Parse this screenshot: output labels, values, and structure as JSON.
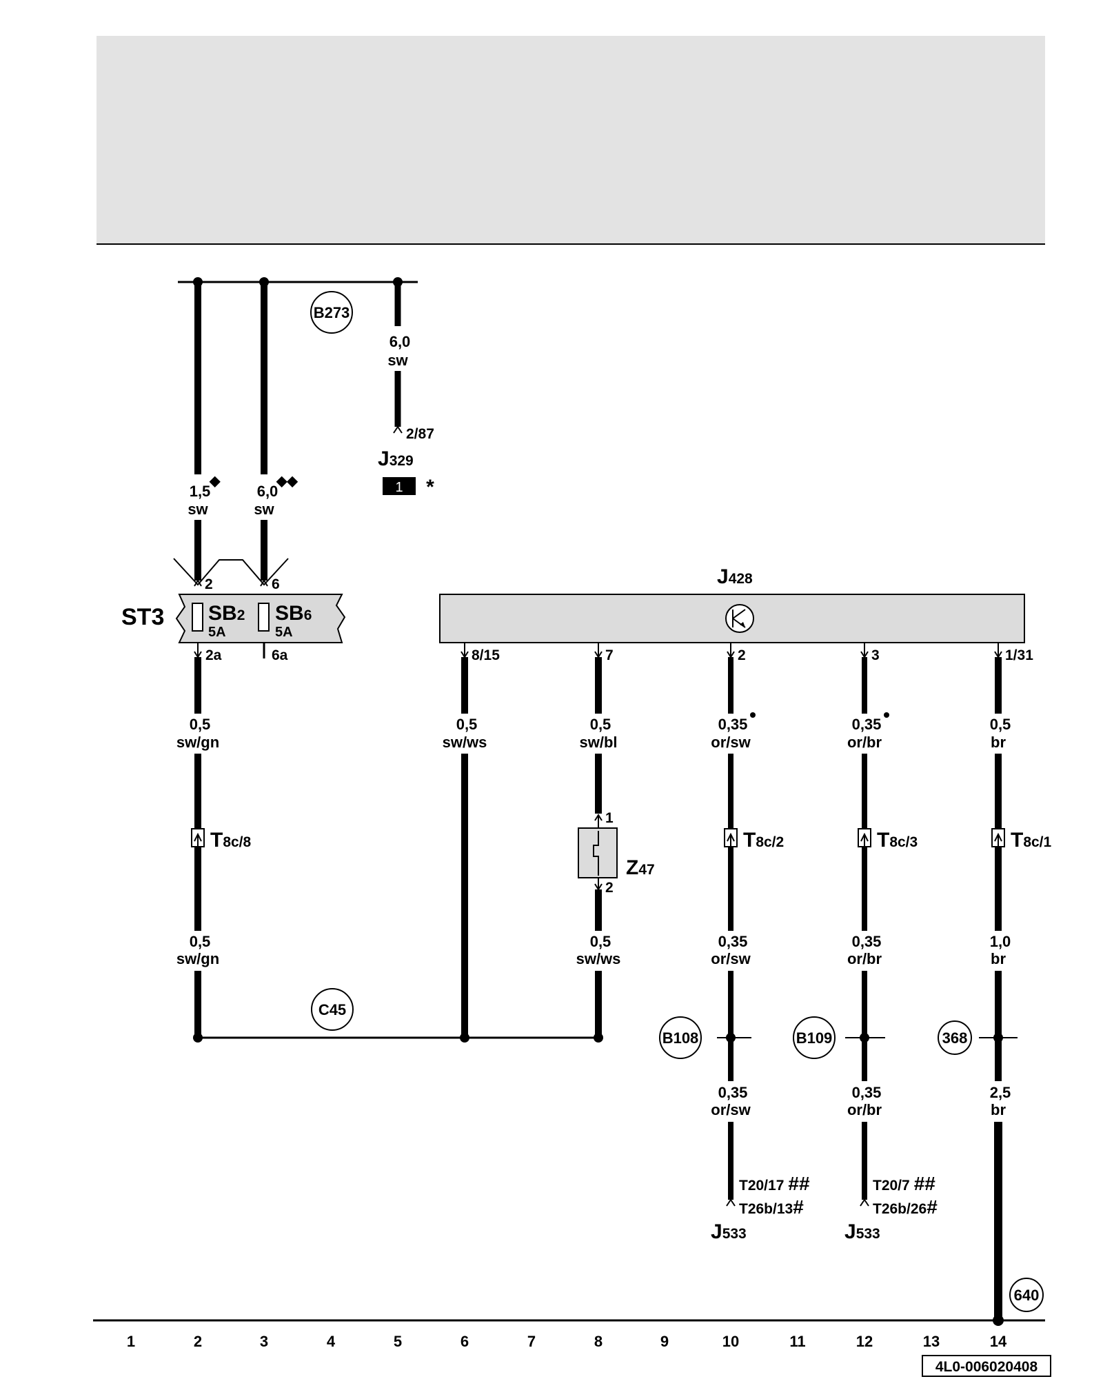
{
  "column_numbers": [
    "1",
    "2",
    "3",
    "4",
    "5",
    "6",
    "7",
    "8",
    "9",
    "10",
    "11",
    "12",
    "13",
    "14"
  ],
  "document_code": "4L0-006020408",
  "connection_points": {
    "b273": "B273",
    "c45": "C45",
    "b108": "B108",
    "b109": "B109",
    "p368": "368",
    "p640": "640"
  },
  "components": {
    "j329": {
      "letter": "J",
      "sub": "329",
      "pin": "2/87",
      "box_number": "1",
      "note_symbol": "*"
    },
    "st3": {
      "label": "ST3"
    },
    "sb2": {
      "letter": "SB",
      "sub": "2",
      "rating": "5A",
      "pin_in": "2",
      "pin_out": "2a"
    },
    "sb6": {
      "letter": "SB",
      "sub": "6",
      "rating": "5A",
      "pin_in": "6",
      "pin_out": "6a"
    },
    "j428": {
      "letter": "J",
      "sub": "428",
      "pins": [
        "8/15",
        "7",
        "2",
        "3",
        "1/31"
      ]
    },
    "z47": {
      "letter": "Z",
      "sub": "47",
      "pin_top": "1",
      "pin_bottom": "2"
    },
    "j533_a": {
      "letter": "J",
      "sub": "533",
      "conn1": "T20/17",
      "mark1": "##",
      "conn2": "T26b/13",
      "mark2": "#"
    },
    "j533_b": {
      "letter": "J",
      "sub": "533",
      "conn1": "T20/7",
      "mark1": "##",
      "conn2": "T26b/26",
      "mark2": "#"
    }
  },
  "connectors": {
    "t8c8": {
      "letter": "T",
      "sub": "8c/8"
    },
    "t8c2": {
      "letter": "T",
      "sub": "8c/2"
    },
    "t8c3": {
      "letter": "T",
      "sub": "8c/3"
    },
    "t8c1": {
      "letter": "T",
      "sub": "8c/1"
    }
  },
  "wires": {
    "w_b273": {
      "size": "6,0",
      "color": "sw"
    },
    "w_c2_top": {
      "size": "1,5",
      "color": "sw",
      "mark": "◆"
    },
    "w_c3_top": {
      "size": "6,0",
      "color": "sw",
      "mark": "◆◆"
    },
    "w_c2_mid": {
      "size": "0,5",
      "color": "sw/gn"
    },
    "w_c2_low": {
      "size": "0,5",
      "color": "sw/gn"
    },
    "w_c6": {
      "size": "0,5",
      "color": "sw/ws"
    },
    "w_c8_top": {
      "size": "0,5",
      "color": "sw/bl"
    },
    "w_c8_low": {
      "size": "0,5",
      "color": "sw/ws"
    },
    "w_c10_top": {
      "size": "0,35",
      "color": "or/sw"
    },
    "w_c10_mid": {
      "size": "0,35",
      "color": "or/sw"
    },
    "w_c10_low": {
      "size": "0,35",
      "color": "or/sw"
    },
    "w_c12_top": {
      "size": "0,35",
      "color": "or/br"
    },
    "w_c12_mid": {
      "size": "0,35",
      "color": "or/br"
    },
    "w_c12_low": {
      "size": "0,35",
      "color": "or/br"
    },
    "w_c14_top": {
      "size": "0,5",
      "color": "br"
    },
    "w_c14_mid": {
      "size": "1,0",
      "color": "br"
    },
    "w_c14_low": {
      "size": "2,5",
      "color": "br"
    }
  }
}
